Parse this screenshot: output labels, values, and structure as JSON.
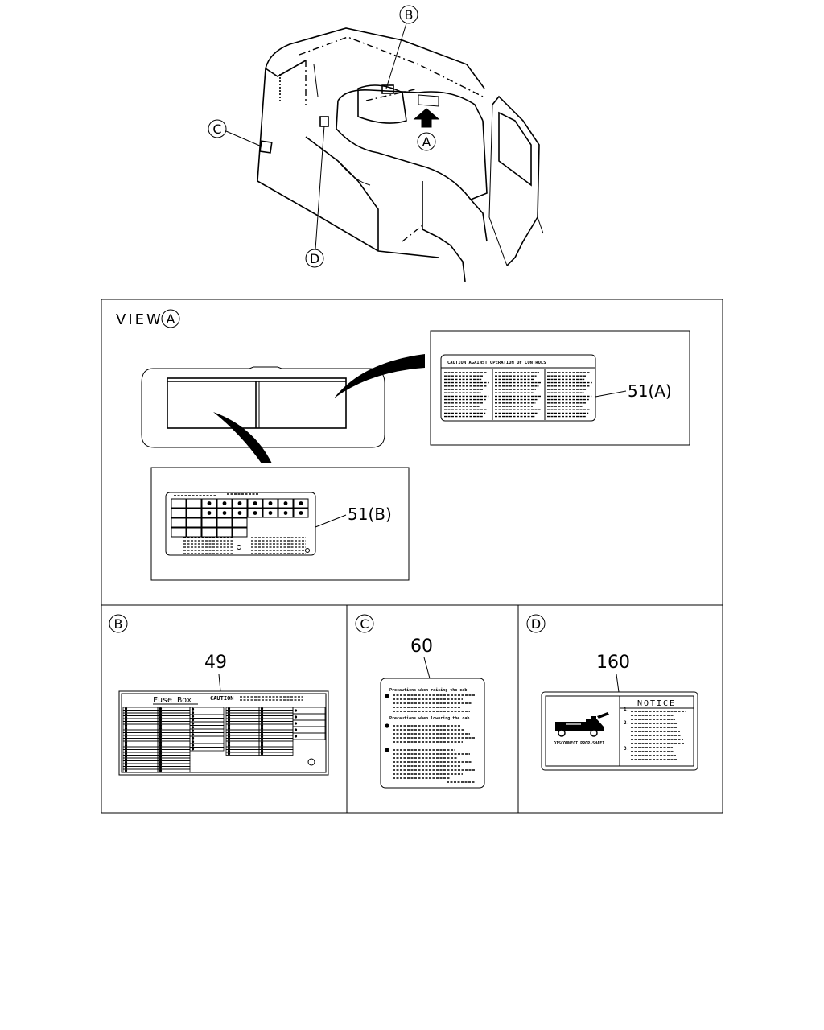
{
  "callouts": {
    "a": "A",
    "b": "B",
    "c": "C",
    "d": "D"
  },
  "view_a": {
    "label": "VIEW",
    "label_a": "A",
    "part_51a": "51(A)",
    "part_51b": "51(B)",
    "label_51a_title": "CAUTION AGAINST OPERATION OF CONTROLS"
  },
  "panel_b": {
    "label": "B",
    "part": "49",
    "fuse_title": "Fuse Box",
    "caution": "CAUTION"
  },
  "panel_c": {
    "label": "C",
    "part": "60",
    "line1": "Precautions when raising the cab",
    "line2": "Precautions when lowering the cab"
  },
  "panel_d": {
    "label": "D",
    "part": "160",
    "notice": "NOTICE",
    "caption": "DISCONNECT PROP-SHAFT",
    "items": [
      "1.",
      "2.",
      "3."
    ]
  }
}
